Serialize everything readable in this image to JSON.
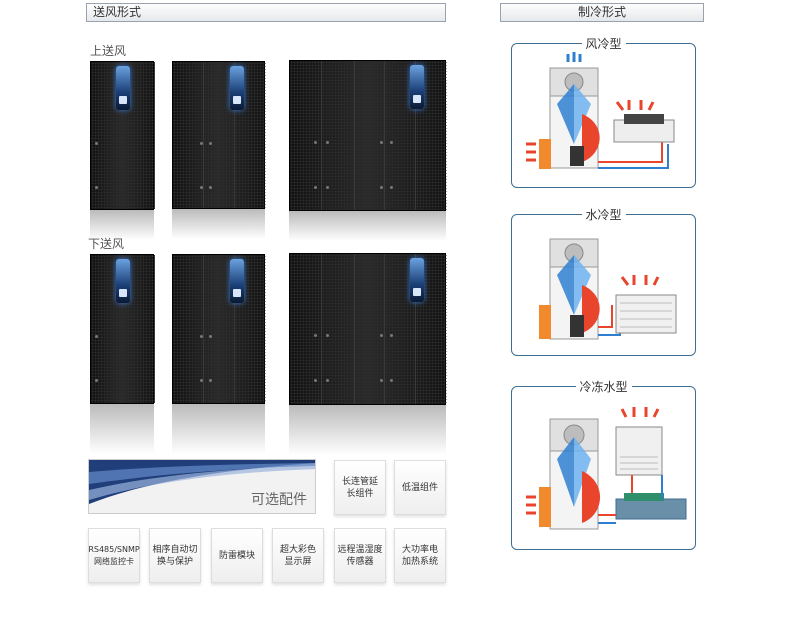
{
  "sections": {
    "supply": "送风形式",
    "cooling": "制冷形式"
  },
  "rows": {
    "top": "上送风",
    "bottom": "下送风"
  },
  "optional": {
    "banner": "可选配件",
    "items_top": [
      "长连管延\n长组件",
      "低温组件"
    ],
    "items_bottom": [
      "RS485/SNMP\n网络监控卡",
      "相序自动切\n换与保护",
      "防雷模块",
      "超大彩色\n显示屏",
      "远程温湿度\n传感器",
      "大功率电\n加热系统"
    ]
  },
  "cooling": [
    {
      "title": "风冷型"
    },
    {
      "title": "水冷型"
    },
    {
      "title": "冷冻水型"
    }
  ],
  "colors": {
    "accent": "#3f6e93",
    "hot": "#e8452c",
    "cold": "#2f7fd0"
  }
}
